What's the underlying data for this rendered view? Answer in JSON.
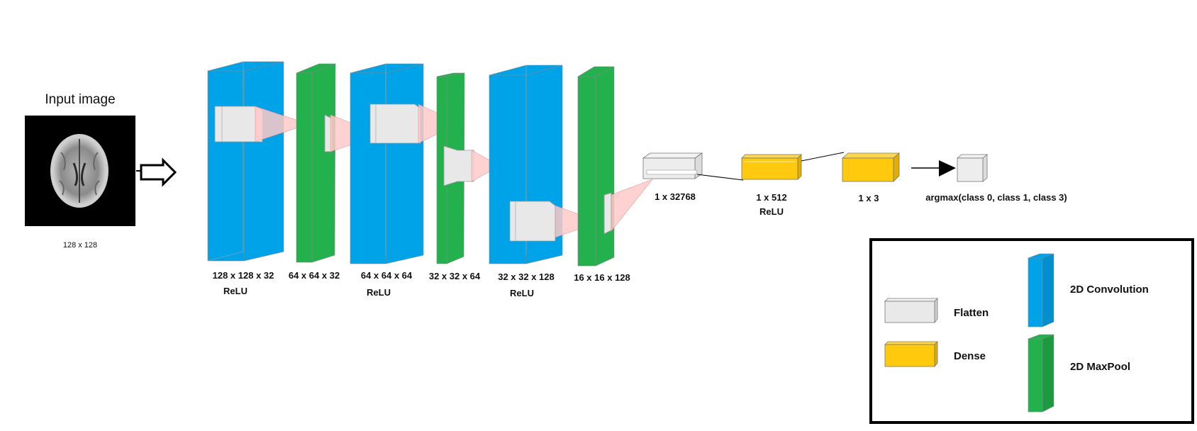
{
  "input": {
    "title": "Input image",
    "size": "128 x 128"
  },
  "layers": [
    {
      "dims": "128 x 128 x 32",
      "act": "ReLU"
    },
    {
      "dims": "64 x 64 x 32"
    },
    {
      "dims": "64 x 64 x 64",
      "act": "ReLU"
    },
    {
      "dims": "32 x 32 x 64"
    },
    {
      "dims": "32 x 32 x 128",
      "act": "ReLU"
    },
    {
      "dims": "16 x 16 x 128"
    }
  ],
  "flatten": {
    "dims": "1 x 32768"
  },
  "dense1": {
    "dims": "1 x 512",
    "act": "ReLU"
  },
  "dense2": {
    "dims": "1 x 3"
  },
  "output": {
    "label": "argmax(class 0, class 1, class 3)"
  },
  "legend": {
    "flatten": "Flatten",
    "dense": "Dense",
    "conv": "2D Convolution",
    "pool": "2D MaxPool"
  },
  "colors": {
    "conv": "#00a2e8",
    "pool": "#22b14c",
    "dense": "#ffc90e",
    "flatten": "#e8e8e8",
    "kernel": "#ffc9c9"
  }
}
